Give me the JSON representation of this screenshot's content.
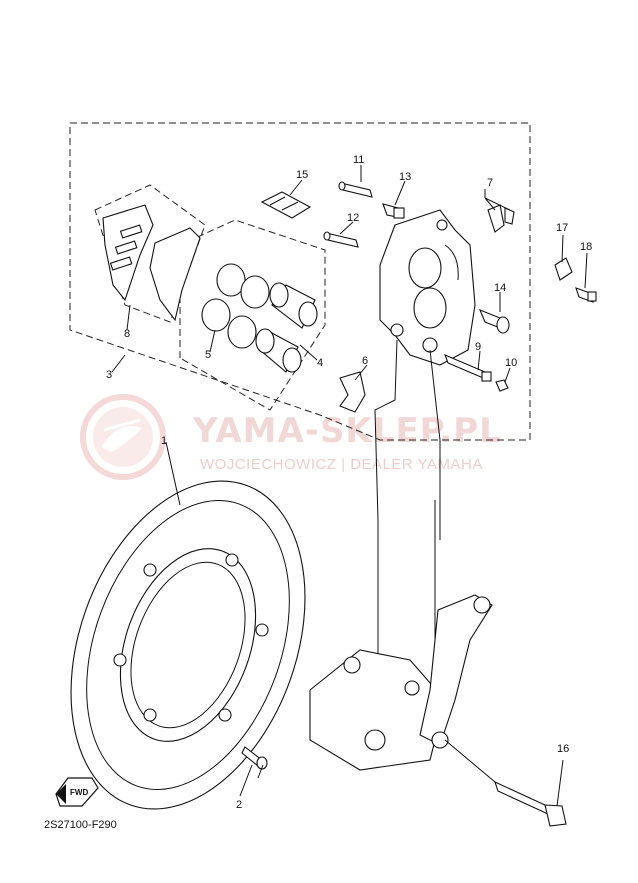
{
  "callouts": [
    {
      "id": "1",
      "text": "1"
    },
    {
      "id": "2",
      "text": "2"
    },
    {
      "id": "3",
      "text": "3"
    },
    {
      "id": "4",
      "text": "4"
    },
    {
      "id": "5",
      "text": "5"
    },
    {
      "id": "6",
      "text": "6"
    },
    {
      "id": "7",
      "text": "7"
    },
    {
      "id": "8",
      "text": "8"
    },
    {
      "id": "9",
      "text": "9"
    },
    {
      "id": "10",
      "text": "10"
    },
    {
      "id": "11",
      "text": "11"
    },
    {
      "id": "12",
      "text": "12"
    },
    {
      "id": "13",
      "text": "13"
    },
    {
      "id": "14",
      "text": "14"
    },
    {
      "id": "15",
      "text": "15"
    },
    {
      "id": "16",
      "text": "16"
    },
    {
      "id": "17",
      "text": "17"
    },
    {
      "id": "18",
      "text": "18"
    }
  ],
  "diagram_code": "2S27100-F290",
  "fwd_label": "FWD",
  "watermark": {
    "title": "YAMA-SKLEP.PL",
    "subtitle": "WOJCIECHOWICZ | DEALER YAMAHA",
    "color": "#e9b7b7"
  }
}
